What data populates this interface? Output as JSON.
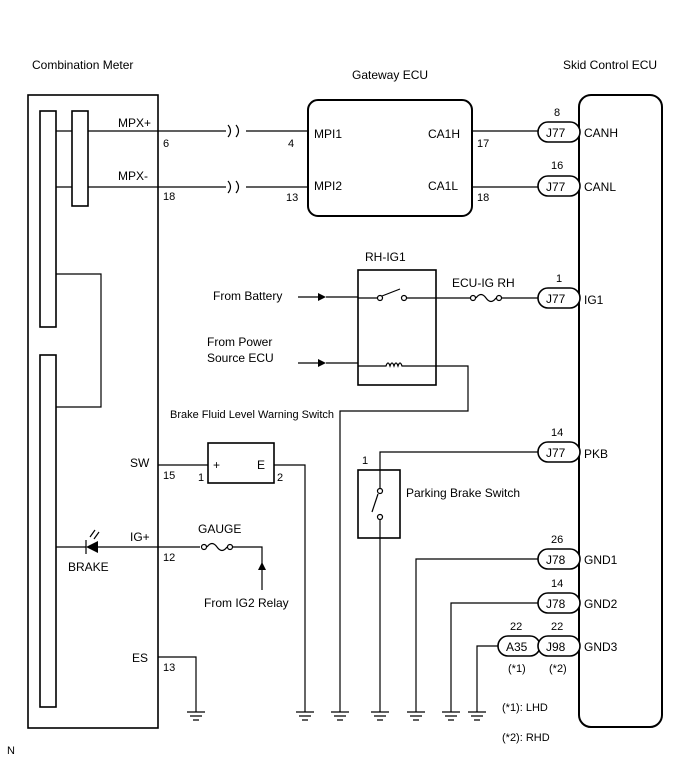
{
  "components": {
    "combination_meter": "Combination Meter",
    "gateway_ecu": "Gateway ECU",
    "skid_control_ecu": "Skid Control ECU",
    "relay": "RH-IG1",
    "fuse_ecu_ig": "ECU-IG RH",
    "fuse_gauge": "GAUGE",
    "brake_fluid_switch": "Brake Fluid Level Warning Switch",
    "parking_brake_switch": "Parking Brake Switch",
    "brake_lamp": "BRAKE"
  },
  "sources": {
    "battery": "From Battery",
    "power_source_line1": "From Power",
    "power_source_line2": "Source ECU",
    "ig2_relay": "From IG2 Relay"
  },
  "meter_terminals": {
    "mpx_plus": "MPX+",
    "mpx_plus_pin": "6",
    "mpx_minus": "MPX-",
    "mpx_minus_pin": "18",
    "sw": "SW",
    "sw_pin": "15",
    "ig_plus": "IG+",
    "ig_plus_pin": "12",
    "es": "ES",
    "es_pin": "13"
  },
  "gateway_terminals": {
    "mpi1": "MPI1",
    "mpi1_pin": "4",
    "mpi2": "MPI2",
    "mpi2_pin": "13",
    "ca1h": "CA1H",
    "ca1h_pin": "17",
    "ca1l": "CA1L",
    "ca1l_pin": "18"
  },
  "switch_terminals": {
    "plus": "+",
    "e": "E",
    "pin1": "1",
    "pin2": "2",
    "pkb_pin1": "1"
  },
  "skid_terminals": [
    {
      "pin": "8",
      "connector": "J77",
      "name": "CANH"
    },
    {
      "pin": "16",
      "connector": "J77",
      "name": "CANL"
    },
    {
      "pin": "1",
      "connector": "J77",
      "name": "IG1"
    },
    {
      "pin": "14",
      "connector": "J77",
      "name": "PKB"
    },
    {
      "pin": "26",
      "connector": "J78",
      "name": "GND1"
    },
    {
      "pin": "14",
      "connector": "J78",
      "name": "GND2"
    },
    {
      "pin": "22",
      "connector": "J98",
      "name": "GND3"
    }
  ],
  "gnd3_alt": {
    "pin": "22",
    "connector": "A35",
    "note": "(*1)",
    "note2": "(*2)"
  },
  "legend": {
    "lhd": "(*1): LHD",
    "rhd": "(*2): RHD"
  },
  "corner_mark": "N"
}
